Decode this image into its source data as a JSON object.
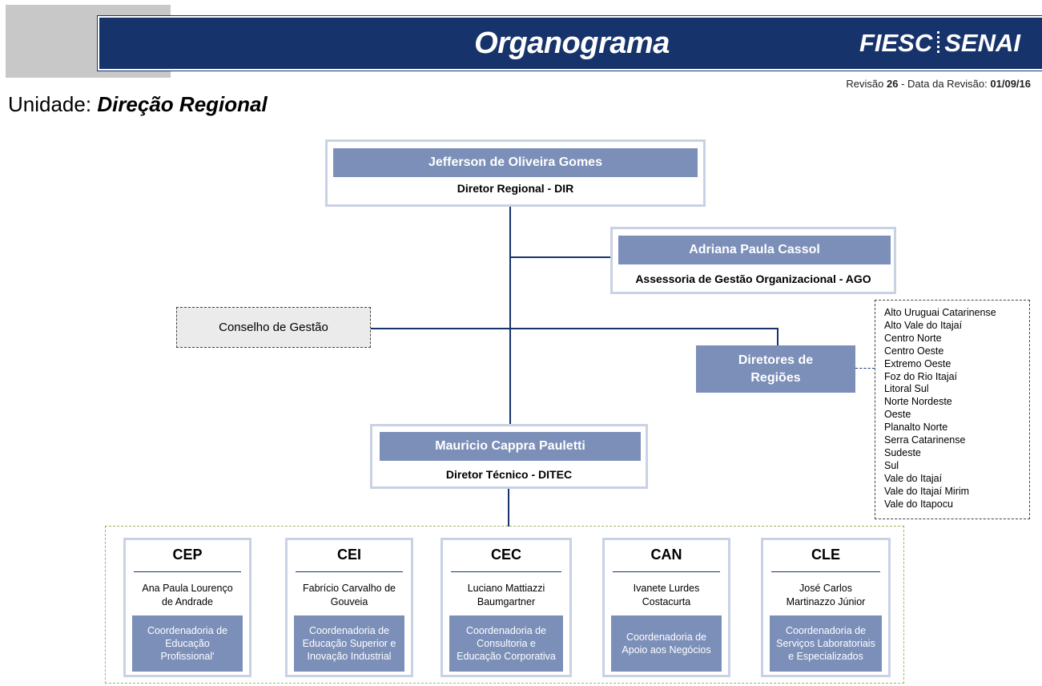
{
  "header": {
    "title": "Organograma",
    "brand_left": "FIESC",
    "brand_right": "SENAI"
  },
  "revision": {
    "label": "Revisão",
    "number": "26",
    "date_label": "- Data da Revisão:",
    "date": "01/09/16"
  },
  "unit": {
    "label": "Unidade:",
    "name": "Direção Regional"
  },
  "director_regional": {
    "name": "Jefferson de Oliveira Gomes",
    "role": "Diretor Regional - DIR"
  },
  "advisory": {
    "name": "Adriana Paula Cassol",
    "role": "Assessoria  de Gestão Organizacional - AGO"
  },
  "council": {
    "label": "Conselho  de Gestão"
  },
  "regional_directors": {
    "label": "Diretores de Regiões",
    "regions": [
      "Alto Uruguai Catarinense",
      "Alto Vale do Itajaí",
      "Centro Norte",
      "Centro Oeste",
      "Extremo  Oeste",
      "Foz do Rio Itajaí",
      "Litoral Sul",
      "Norte Nordeste",
      "Oeste",
      "Planalto  Norte",
      "Serra Catarinense",
      "Sudeste",
      "Sul",
      "Vale do Itajaí",
      "Vale do Itajaí  Mirim",
      "Vale do Itapocu"
    ]
  },
  "director_technical": {
    "name": "Mauricio Cappra Pauletti",
    "role": "Diretor Técnico - DITEC"
  },
  "coordinations": [
    {
      "code": "CEP",
      "person_line1": "Ana Paula  Lourenço",
      "person_line2": "de Andrade",
      "desc_line1": "Coordenadoria de",
      "desc_line2": "Educação",
      "desc_line3": "Profissional'"
    },
    {
      "code": "CEI",
      "person_line1": "Fabrício  Carvalho de",
      "person_line2": "Gouveia",
      "desc_line1": "Coordenadoria de",
      "desc_line2": "Educação Superior e",
      "desc_line3": "Inovação Industrial"
    },
    {
      "code": "CEC",
      "person_line1": "Luciano Mattiazzi",
      "person_line2": "Baumgartner",
      "desc_line1": "Coordenadoria  de",
      "desc_line2": "Consultoria e",
      "desc_line3": "Educação Corporativa"
    },
    {
      "code": "CAN",
      "person_line1": "Ivanete Lurdes",
      "person_line2": "Costacurta",
      "desc_line1": "Coordenadoria de",
      "desc_line2": "Apoio aos  Negócios",
      "desc_line3": ""
    },
    {
      "code": "CLE",
      "person_line1": "José Carlos",
      "person_line2": "Martinazzo Júnior",
      "desc_line1": "Coordenadoria de",
      "desc_line2": "Serviços Laboratoriais",
      "desc_line3": "e Especializados"
    }
  ]
}
